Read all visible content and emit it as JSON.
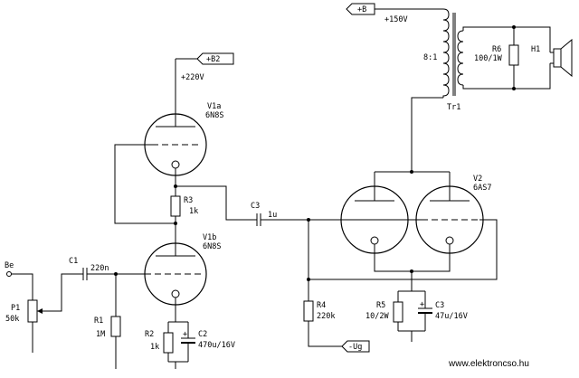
{
  "labels": {
    "b2_flag": "+B2",
    "b2_voltage": "+220V",
    "v1a_name": "V1a",
    "v1a_type": "6N8S",
    "r3_name": "R3",
    "r3_value": "1k",
    "v1b_name": "V1b",
    "v1b_type": "6N8S",
    "c1_name": "C1",
    "c1_value": "220n",
    "input_label": "Be",
    "p1_name": "P1",
    "p1_value": "50k",
    "r1_name": "R1",
    "r1_value": "1M",
    "r2_name": "R2",
    "r2_value": "1k",
    "c2_name": "C2",
    "c2_value": "470u/16V",
    "c3a_name": "C3",
    "c3a_value": "1u",
    "r4_name": "R4",
    "r4_value": "220k",
    "ug_flag": "-Ug",
    "b_flag": "+B",
    "b_voltage": "+150V",
    "ratio": "8:1",
    "tr_name": "Tr1",
    "r6_name": "R6",
    "r6_value": "100/1W",
    "spk_name": "H1",
    "v2_name": "V2",
    "v2_type": "6AS7",
    "r5_name": "R5",
    "r5_value": "10/2W",
    "c3b_name": "C3",
    "c3b_value": "47u/16V",
    "website": "www.elektroncso.hu"
  }
}
